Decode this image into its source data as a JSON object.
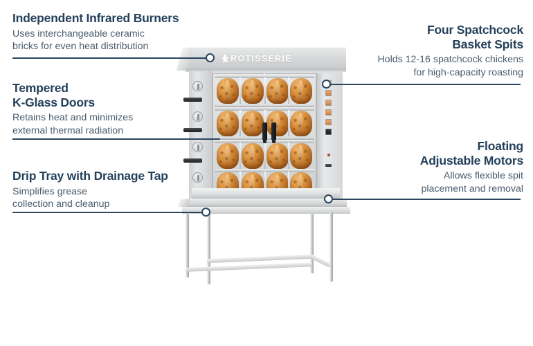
{
  "page": {
    "background": "#ffffff",
    "accent_color": "#2b4560",
    "title_color": "#24405a",
    "body_color": "#4a5c6d"
  },
  "product": {
    "name": "commercial-gas-rotisserie-oven-on-stand",
    "brand_logo": "ROTISSERIE",
    "logo_icon": "rotisserie-chicken-mark-icon",
    "spit_rows": 4,
    "chickens_per_row": 4,
    "control_buttons": [
      {
        "state": "lit"
      },
      {
        "state": "lit"
      },
      {
        "state": "lit"
      },
      {
        "state": "lit"
      },
      {
        "state": "lit"
      },
      {
        "state": "off"
      }
    ],
    "casters": 4,
    "door_hinges": 4
  },
  "callouts": [
    {
      "id": "independent-infrared-burners",
      "side": "left",
      "title": "Independent Infrared Burners",
      "description": "Uses interchangeable ceramic\nbricks for even heat distribution",
      "desc_line1": "Uses interchangeable ceramic",
      "desc_line2": "bricks for even heat distribution"
    },
    {
      "id": "tempered-k-glass-doors",
      "side": "left",
      "title_line1": "Tempered",
      "title_line2": "K-Glass Doors",
      "title": "Tempered K-Glass Doors",
      "desc_line1": "Retains heat and minimizes",
      "desc_line2": "external thermal radiation"
    },
    {
      "id": "drip-tray-with-drainage-tap",
      "side": "left",
      "title": "Drip Tray with Drainage Tap",
      "desc_line1": "Simplifies grease",
      "desc_line2": "collection and cleanup"
    },
    {
      "id": "four-spatchcock-basket-spits",
      "side": "right",
      "title_line1": "Four Spatchcock",
      "title_line2": "Basket Spits",
      "title": "Four Spatchcock Basket Spits",
      "desc_line1": "Holds 12-16 spatchcock chickens",
      "desc_line2": "for high-capacity roasting"
    },
    {
      "id": "floating-adjustable-motors",
      "side": "right",
      "title_line1": "Floating",
      "title_line2": "Adjustable Motors",
      "title": "Floating Adjustable Motors",
      "desc_line1": "Allows flexible spit",
      "desc_line2": "placement and removal"
    }
  ]
}
